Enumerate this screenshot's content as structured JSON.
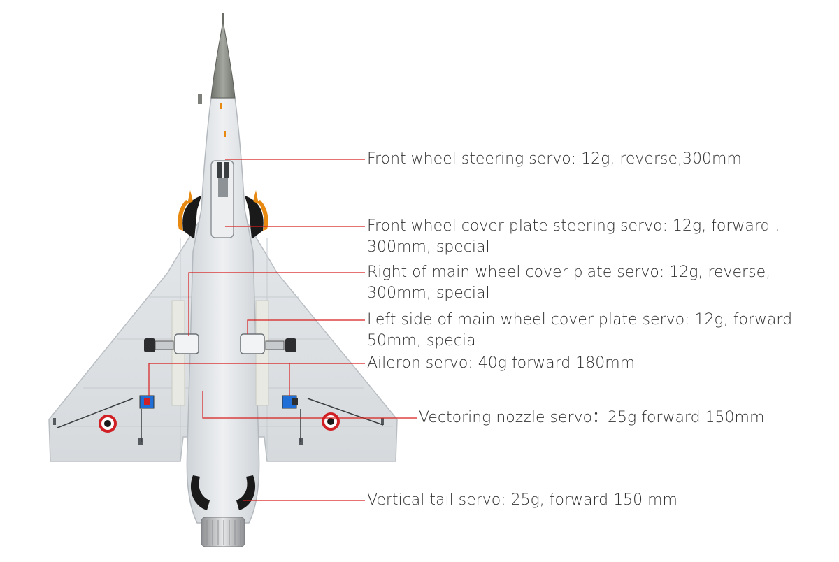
{
  "colors": {
    "leader_line": "#d81e1e",
    "airframe": "#dfe3e6",
    "airframe_shadow": "#b8bec4",
    "nose_cone": "#8c8f88",
    "accent_orange": "#e88a12",
    "accent_black": "#1a1a1a",
    "roundel_red": "#d01f25",
    "servo_blue": "#1f6fd6",
    "label_text": "#333333"
  },
  "callouts": [
    {
      "id": "front-wheel-steering",
      "lines": [
        "Front wheel steering servo: 12g, reverse,300mm"
      ]
    },
    {
      "id": "front-wheel-cover",
      "lines": [
        "Front wheel cover plate steering servo: 12g, forward ,",
        "300mm, special"
      ]
    },
    {
      "id": "right-main-wheel-cover",
      "lines": [
        "Right of main wheel cover plate servo: 12g, reverse,",
        "300mm, special"
      ]
    },
    {
      "id": "left-main-wheel-cover",
      "lines": [
        "Left side of main wheel cover plate servo: 12g, forward",
        "50mm, special"
      ]
    },
    {
      "id": "aileron",
      "lines": [
        "Aileron servo: 40g forward 180mm"
      ]
    },
    {
      "id": "vectoring-nozzle",
      "lines": [
        "Vectoring nozzle servo：25g forward 150mm"
      ]
    },
    {
      "id": "vertical-tail",
      "lines": [
        "Vertical tail servo: 25g, forward 150 mm"
      ]
    }
  ]
}
